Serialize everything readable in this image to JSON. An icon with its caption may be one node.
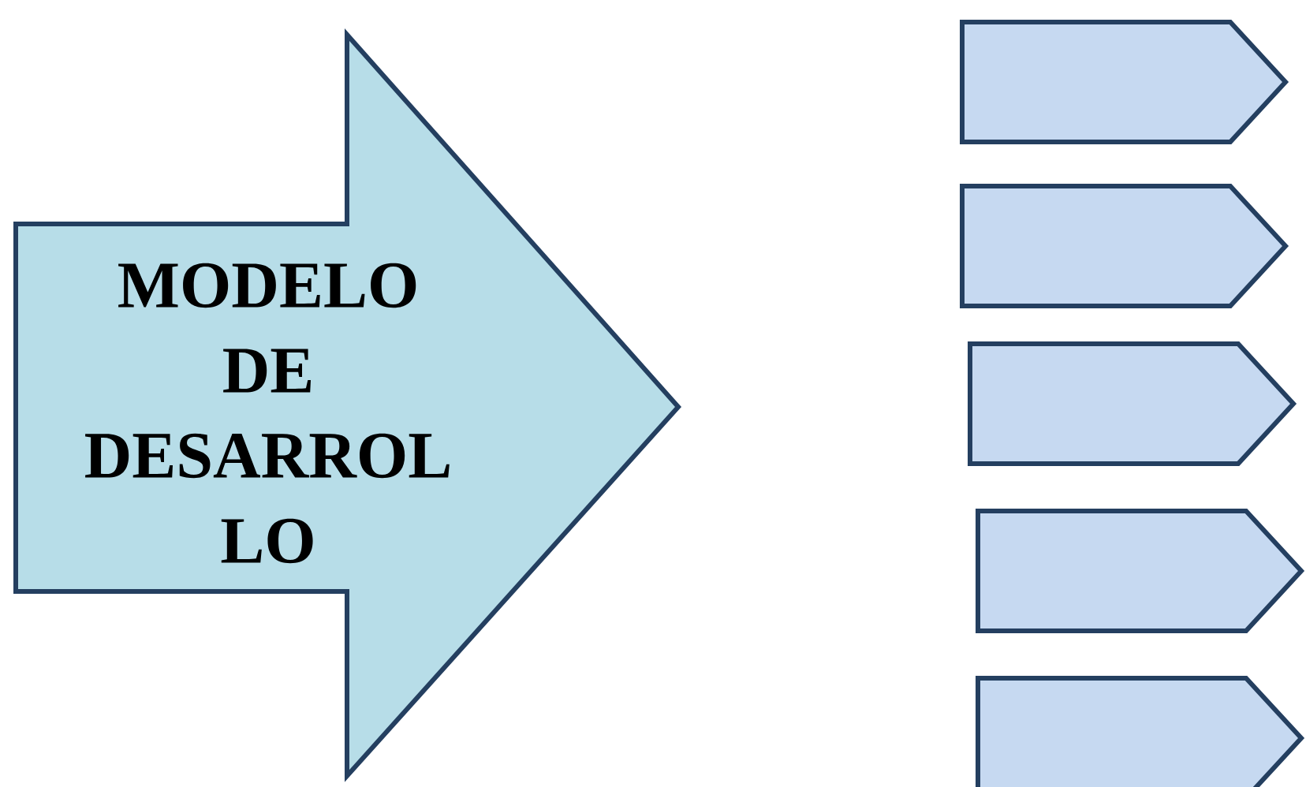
{
  "diagram": {
    "nodes": [
      {
        "text": [
          "MODELO DE DESARROL LO"
        ]
      },
      {
        "text": [],
        "shape": "pentagon"
      },
      {
        "text": [],
        "shape": "pentagon"
      },
      {
        "text": [],
        "shape": "pentagon"
      },
      {
        "text": [],
        "shape": "pentagon"
      },
      {
        "text": [],
        "shape": "pentagon"
      }
    ]
  }
}
